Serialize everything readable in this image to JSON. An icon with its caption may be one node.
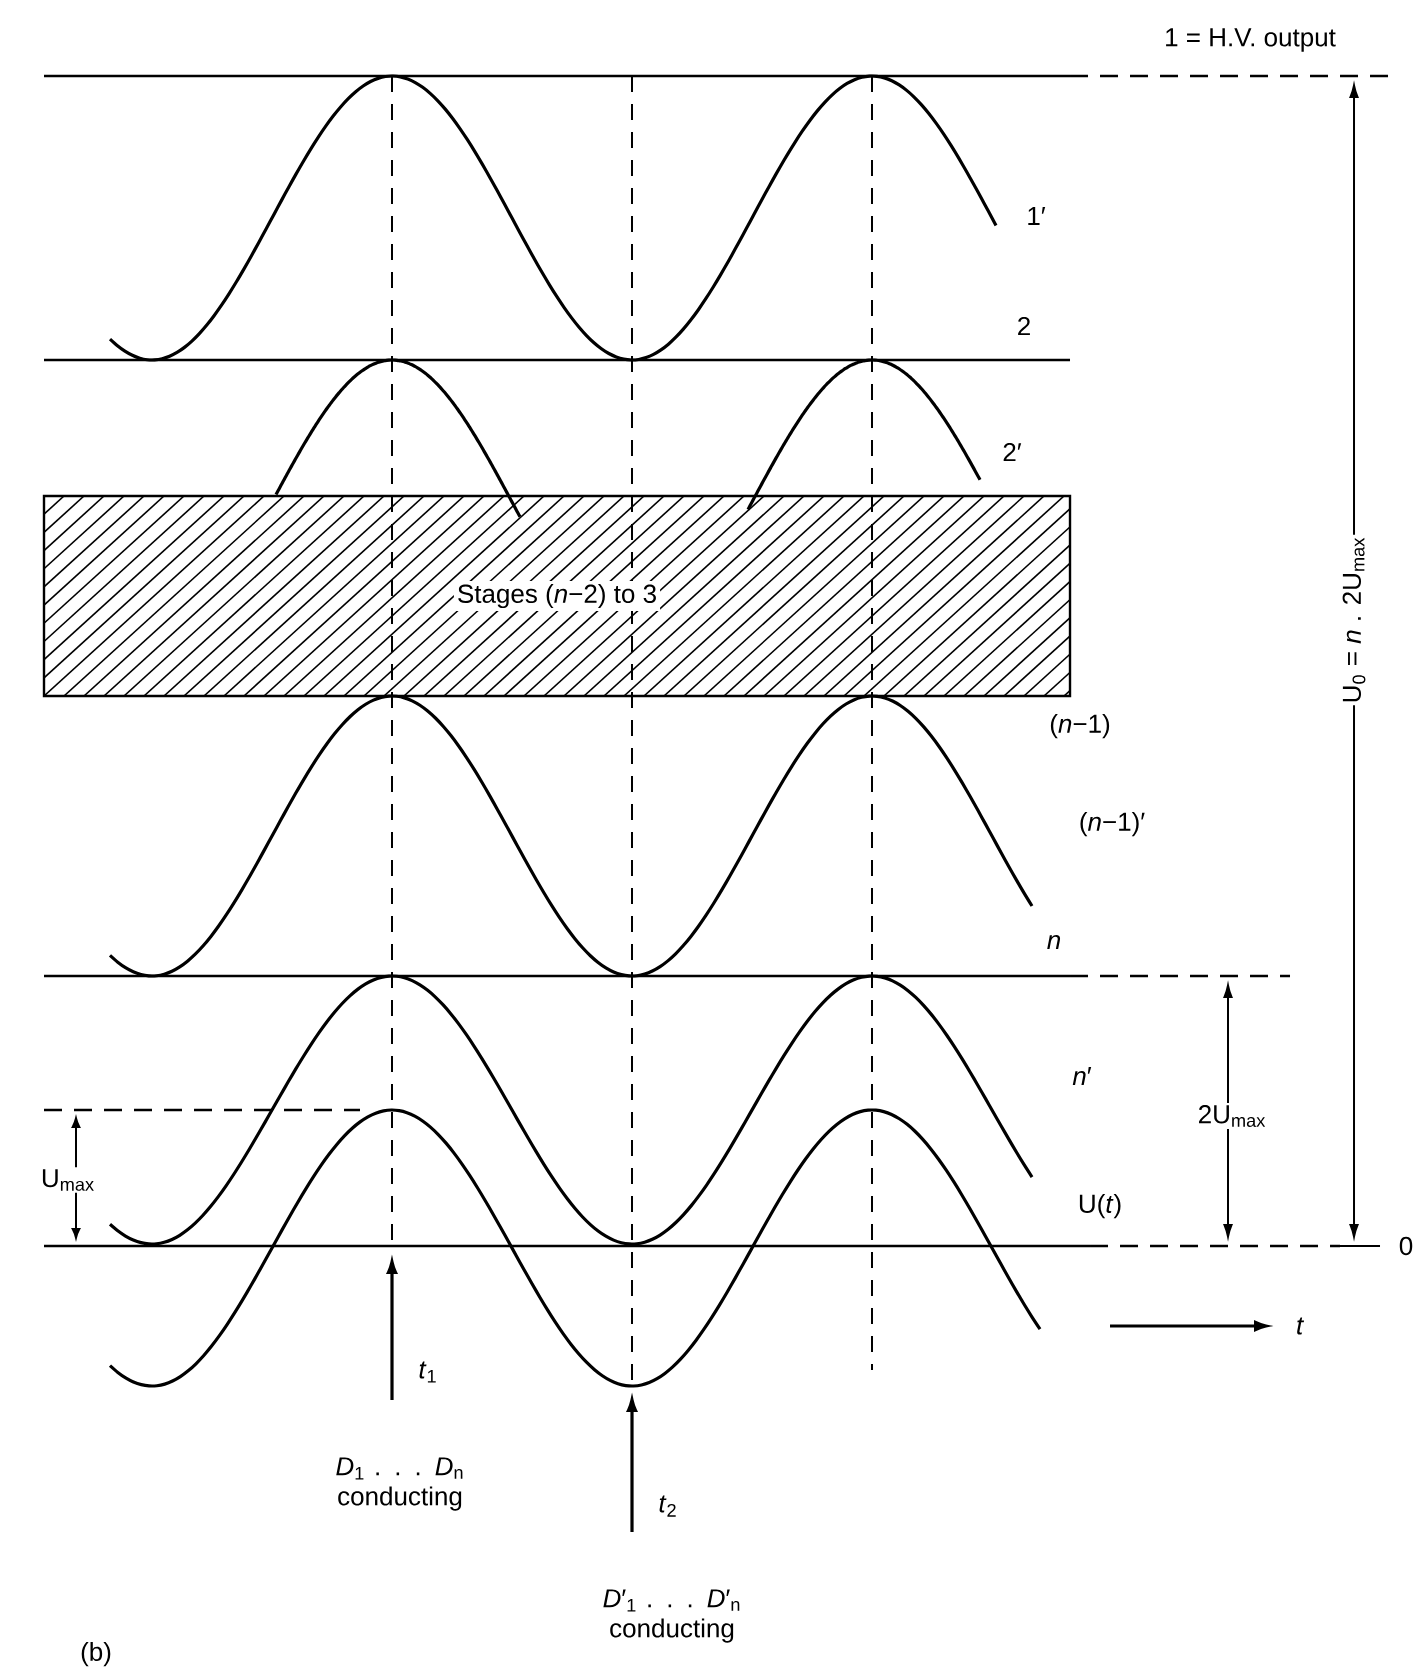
{
  "diagram": {
    "nodes": [
      {
        "text": [
          "Stages (*n*−2) to 3"
        ]
      }
    ],
    "labels": [
      "1 = H.V. output",
      "1′",
      "2",
      "2′",
      "(*n*−1)",
      "U$_{0}$ = *n* . 2U$_{max}$",
      "(*n*−1)′",
      "*n*",
      "*n*′",
      "2U$_{max}$",
      "U$_{max}$",
      "U(*t*)",
      "0",
      "*t*",
      "*t*$_{1}$",
      "*D*$_{1}$ . . . *D*$_{n}$ conducting",
      "*t*$_{2}$",
      "*D*′$_{1}$ . . . *D*′$_{n}$ conducting",
      "(b)"
    ]
  }
}
